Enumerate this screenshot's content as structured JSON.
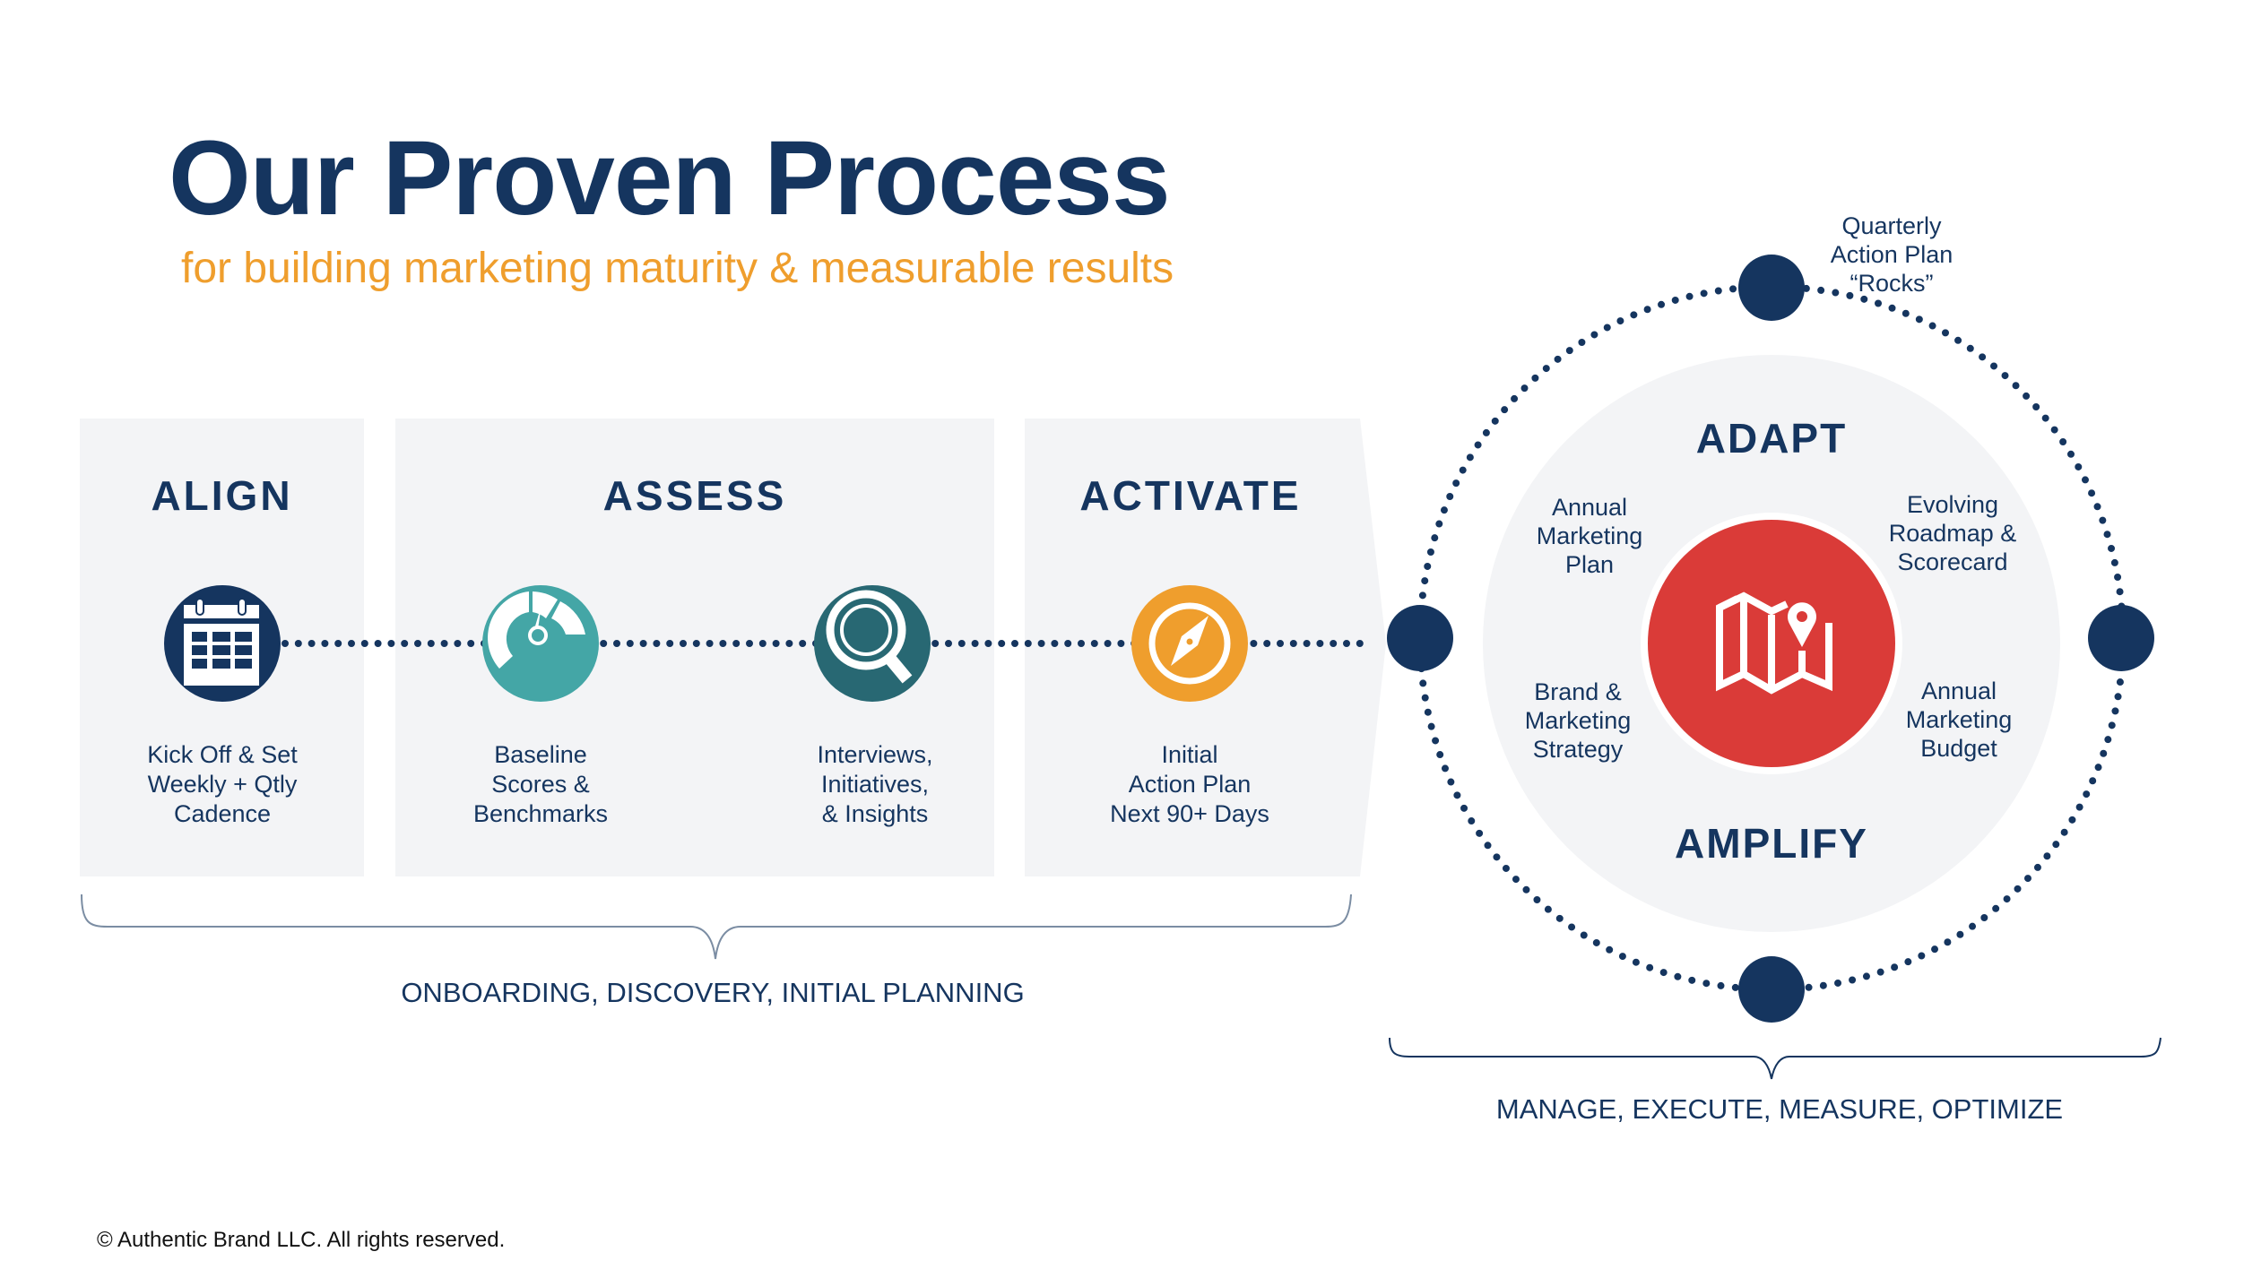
{
  "header": {
    "title": "Our Proven Process",
    "subtitle": "for building marketing maturity & measurable results"
  },
  "phases": [
    {
      "title": "ALIGN",
      "steps": [
        {
          "icon": "calendar-icon",
          "label": "Kick Off & Set\nWeekly + Qtly\nCadence",
          "color": "#15355f"
        }
      ]
    },
    {
      "title": "ASSESS",
      "steps": [
        {
          "icon": "gauge-icon",
          "label": "Baseline\nScores &\nBenchmarks",
          "color": "#44a6a6"
        },
        {
          "icon": "magnifier-icon",
          "label": "Interviews,\nInitiatives,\n& Insights",
          "color": "#286873"
        }
      ]
    },
    {
      "title": "ACTIVATE",
      "steps": [
        {
          "icon": "compass-icon",
          "label": "Initial\nAction Plan\nNext 90+ Days",
          "color": "#ef9e2d"
        }
      ]
    }
  ],
  "cycle": {
    "top_label": "ADAPT",
    "bottom_label": "AMPLIFY",
    "center_icon": "map-pin-icon",
    "center_color": "#da3b38",
    "node_color": "#15355f",
    "quarterly_label": "Quarterly\nAction Plan\n“Rocks”",
    "items": [
      {
        "label": "Annual\nMarketing\nPlan"
      },
      {
        "label": "Evolving\nRoadmap &\nScorecard"
      },
      {
        "label": "Brand &\nMarketing\nStrategy"
      },
      {
        "label": "Annual\nMarketing\nBudget"
      }
    ]
  },
  "brackets": {
    "left": "ONBOARDING, DISCOVERY, INITIAL PLANNING",
    "right": "MANAGE, EXECUTE, MEASURE, OPTIMIZE"
  },
  "footer": "© Authentic Brand LLC. All rights reserved."
}
